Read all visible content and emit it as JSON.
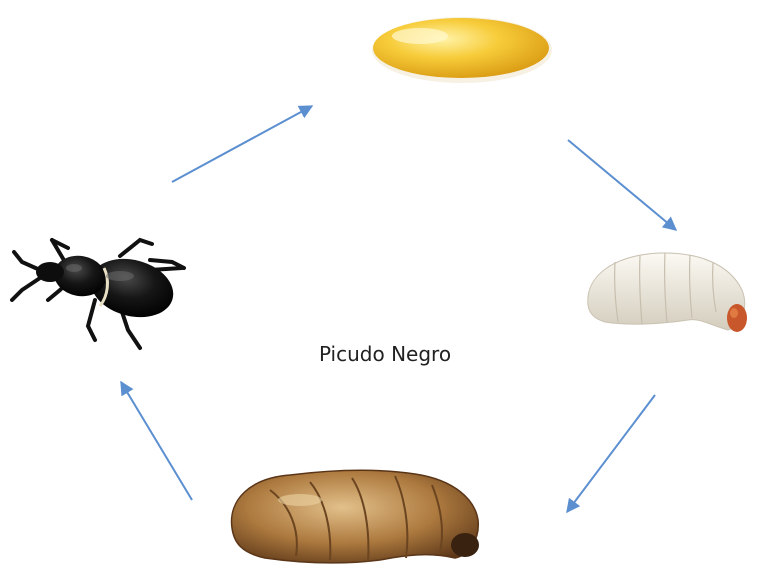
{
  "diagram": {
    "center_label": "Picudo Negro",
    "stages": [
      {
        "id": "egg",
        "icon": "egg-icon"
      },
      {
        "id": "larva",
        "icon": "larva-icon"
      },
      {
        "id": "pupa",
        "icon": "pupa-icon"
      },
      {
        "id": "adult",
        "icon": "beetle-icon"
      }
    ],
    "colors": {
      "arrow": "#5b8fd0",
      "egg": "#f4c12a",
      "larva": "#ece8df",
      "larva_head": "#c8572b",
      "pupa": "#a9773f",
      "beetle": "#141414"
    }
  }
}
